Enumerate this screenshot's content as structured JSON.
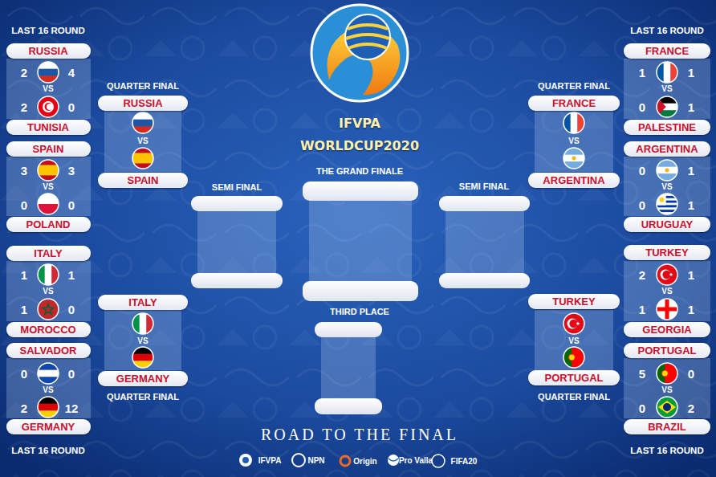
{
  "diagram": {
    "title": "IFVPA WORLDCUP2020",
    "caption": "ROAD TO THE FINAL",
    "nodes": [
      {
        "text": [
          "RUSSIA"
        ]
      },
      {
        "text": [
          "TUNISIA"
        ]
      },
      {
        "text": [
          "SPAIN"
        ]
      },
      {
        "text": [
          "POLAND"
        ]
      },
      {
        "text": [
          "ITALY"
        ]
      },
      {
        "text": [
          "MOROCCO"
        ]
      },
      {
        "text": [
          "SALVADOR"
        ]
      },
      {
        "text": [
          "GERMANY"
        ]
      },
      {
        "text": [
          "RUSSIA"
        ]
      },
      {
        "text": [
          "SPAIN"
        ]
      },
      {
        "text": [
          "ITALY"
        ]
      },
      {
        "text": [
          "GERMANY"
        ]
      },
      {
        "text": [
          "SEMI FINAL"
        ]
      },
      {
        "text": [
          "THE GRAND FINALE"
        ]
      },
      {
        "text": [
          "THIRD PLACE"
        ]
      },
      {
        "text": [
          "SEMI FINAL"
        ]
      },
      {
        "text": [
          "FRANCE"
        ]
      },
      {
        "text": [
          "ARGENTINA"
        ]
      },
      {
        "text": [
          "TURKEY"
        ]
      },
      {
        "text": [
          "PORTUGAL"
        ]
      },
      {
        "text": [
          "FRANCE"
        ]
      },
      {
        "text": [
          "PALESTINE"
        ]
      },
      {
        "text": [
          "ARGENTINA"
        ]
      },
      {
        "text": [
          "URUGUAY"
        ]
      },
      {
        "text": [
          "TURKEY"
        ]
      },
      {
        "text": [
          "GEORGIA"
        ]
      },
      {
        "text": [
          "PORTUGAL"
        ]
      },
      {
        "text": [
          "BRAZIL"
        ]
      }
    ],
    "labels": [
      "LAST 16 ROUND",
      "QUARTER FINAL",
      "QUARTER FINAL",
      "LAST 16 ROUND",
      "2",
      "4",
      "VS",
      "2",
      "0",
      "3",
      "3",
      "VS",
      "0",
      "0",
      "1",
      "1",
      "VS",
      "1",
      "0",
      "0",
      "0",
      "VS",
      "2",
      "12",
      "VS",
      "VS",
      "VS",
      "VS",
      "1",
      "1",
      "VS",
      "0",
      "1",
      "0",
      "1",
      "VS",
      "0",
      "1",
      "2",
      "1",
      "VS",
      "1",
      "1",
      "5",
      "0",
      "VS",
      "0",
      "2",
      "QUARTER FINAL",
      "QUARTER FINAL",
      "LAST 16 ROUND",
      "LAST 16 ROUND",
      "IFVPA",
      "NPN",
      "Origin",
      "Pro Valla",
      "FIFA20"
    ]
  }
}
